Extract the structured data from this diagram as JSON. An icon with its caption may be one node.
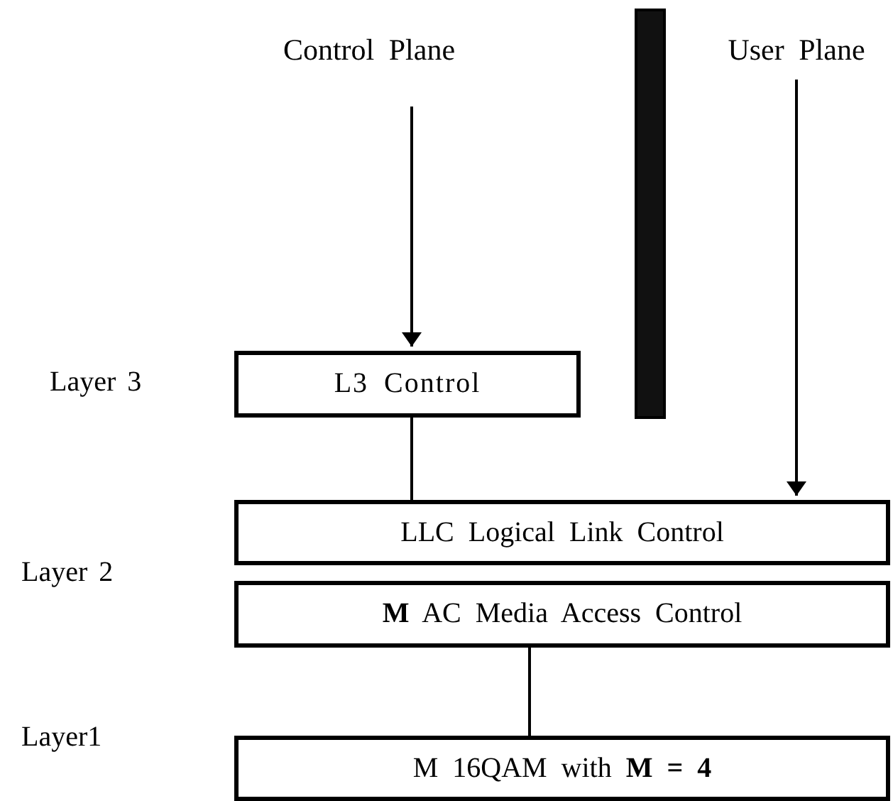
{
  "diagram": {
    "nodes": [
      {
        "text": [
          "Control Plane"
        ]
      },
      {
        "text": [
          "User Plane"
        ]
      },
      {
        "text": [
          "L3 Control"
        ]
      },
      {
        "text": [
          "LLC Logical Link Control"
        ]
      },
      {
        "text": [
          "**M** AC Media Access Control"
        ]
      },
      {
        "text": [
          "M 16QAM with **M = 4**"
        ]
      },
      {
        "text": [],
        "shape": "bar"
      }
    ],
    "edges": [
      {
        "from": 0,
        "to": 2,
        "arrow": "to"
      },
      {
        "from": 1,
        "to": 3,
        "arrow": "to"
      },
      {
        "from": 2,
        "to": 3,
        "arrow": "none"
      },
      {
        "from": 4,
        "to": 5,
        "arrow": "none"
      }
    ],
    "labels": [
      "Layer 3",
      "Layer 2",
      "Layer1"
    ]
  }
}
